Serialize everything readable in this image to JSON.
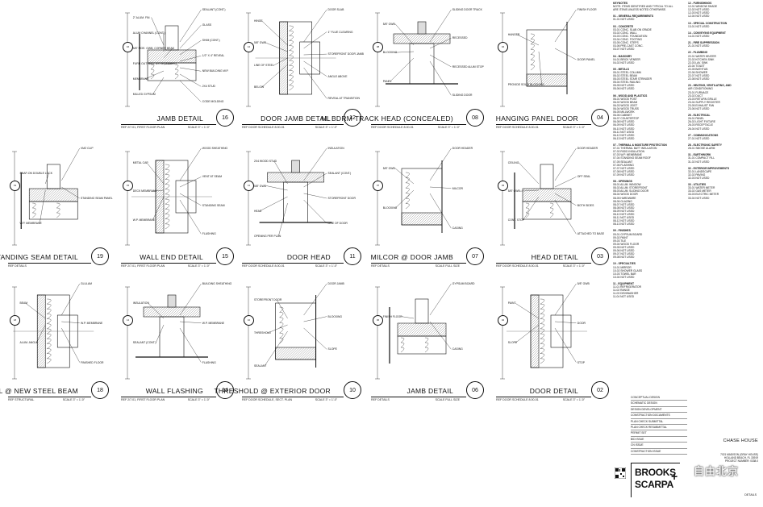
{
  "details": [
    {
      "id": "d16",
      "num": "16",
      "title": "JAMB DETAIL",
      "ref": "REF   2/7.01, FIRST FLOOR PLAN",
      "scale": "SCALE 3\" = 1'-0\"",
      "notes": [
        "SEALANT (CONT.)",
        "2\" ALUM. FIN",
        "GLASS",
        "ALUM CHANNEL (CONT.)",
        "SHIM (CONT.)",
        "5/8\" MOE. GWB, CORNER BEAD",
        "1/2\" X 4\" REVEAL",
        "FURR OUT WALL AS NECESSARY",
        "NEW BUILDING W.P.",
        "MEMBRANE",
        "2X4 STUD",
        "MILLED GYPSUM",
        "CODE MOLDING"
      ]
    },
    {
      "id": "d12",
      "num": "12",
      "title": "DOOR JAMB DETAIL",
      "ref": "REF   DOOR SCHEDULE 8.00-01",
      "scale": "SCALE 3\" = 1'-0\"",
      "notes": [
        "DOOR SLAB",
        "HINGE",
        "1\" FLUE CLEARING",
        "5/8\" GWB",
        "STOREFRONT DOOR JAMB",
        "LINE OF STEEL",
        "ANGLE ABOVE",
        "BELOW",
        "REVEAL AT TRANSITION"
      ]
    },
    {
      "id": "d08",
      "num": "08",
      "title": "M. BDRM TRACK HEAD (CONCEALED)",
      "ref": "REF   DOOR SCHEDULE 8.00-01",
      "scale": "SCALE 3\" = 1'-0\"",
      "notes": [
        "SLIDING DOOR TRACK",
        "5/8\" GWB",
        "RECESSED",
        "BLOCKING",
        "RECESSED ALUM STOP",
        "PANEL",
        "SLIDING DOOR"
      ]
    },
    {
      "id": "d04",
      "num": "04",
      "title": "HANGING PANEL DOOR",
      "ref": "REF   DOOR SCHEDULE 8.00-01",
      "scale": "SCALE 3\" = 1'-0\"",
      "notes": [
        "FINISH FLOOR",
        "HANGER",
        "DOOR PANEL",
        "PROVIDE SOLID BLOCKING"
      ]
    },
    {
      "id": "d19",
      "num": "19",
      "title": "TYP. STANDING SEAM DETAIL",
      "ref": "REF   DETAILS",
      "scale": "",
      "notes": [
        "VMZ CLIP",
        "SNAP-ON DOUBLE LOCK",
        "STANDING SEAM PANEL",
        "W.P. MEMBRANE"
      ]
    },
    {
      "id": "d15",
      "num": "15",
      "title": "WALL END DETAIL",
      "ref": "REF   2/7.01, FIRST FLOOR PLAN",
      "scale": "SCALE 3\" = 1'-0\"",
      "notes": [
        "WOOD SHEATHING",
        "METAL CAP",
        "VENT AT SEAM",
        "DECK MEMBRANE",
        "STANDING SEAM",
        "W.P. MEMBRANE",
        "FLASHING"
      ]
    },
    {
      "id": "d11",
      "num": "11",
      "title": "DOOR HEAD",
      "ref": "REF   DOOR SCHEDULE 8.00-01",
      "scale": "SCALE 3\" = 1'-0\"",
      "notes": [
        "INSULATION",
        "2X4 WOOD STUD",
        "SEALANT (CONT.)",
        "5/8\" GWB",
        "STOREFRONT DOOR",
        "HEAD",
        "LINE OF DOOR",
        "OPENING PER PLAN"
      ]
    },
    {
      "id": "d07",
      "num": "07",
      "title": "MILCOR @ DOOR JAMB",
      "ref": "REF   DETAILS",
      "scale": "SCALE   FULL SIZE",
      "notes": [
        "DOOR HEADER",
        "5/8\" GWB",
        "MILCOR",
        "BLOCKING",
        "CASING"
      ]
    },
    {
      "id": "d03",
      "num": "03",
      "title": "HEAD DETAIL",
      "ref": "REF   DOOR SCHEDULE 8.00-01",
      "scale": "SCALE 3\" = 1'-0\"",
      "notes": [
        "DOOR HEADER",
        "CEILING",
        "OFF SEAL",
        "5/8\" GWB",
        "BOTH SIDES",
        "CONT. STOP",
        "ATTACHED TO BASE"
      ]
    },
    {
      "id": "d18",
      "num": "18",
      "title": "DETAIL @ NEW STEEL BEAM",
      "ref": "REF   STRUCTURAL",
      "scale": "SCALE 3\" = 1'-0\"",
      "notes": [
        "GLULAM",
        "BEAM",
        "W.P. MEMBRANE",
        "ALUM. ANGLE",
        "FINISHED FLOOR"
      ]
    },
    {
      "id": "d14",
      "num": "14",
      "title": "WALL FLASHING",
      "ref": "REF   2/7.01, FIRST FLOOR PLAN",
      "scale": "SCALE 3\" = 1'-0\"",
      "notes": [
        "BUILDING SHEATHING",
        "INSULATION",
        "W.P. MEMBRANE",
        "SEALANT (CONT.)",
        "FLASHING"
      ]
    },
    {
      "id": "d10",
      "num": "10",
      "title": "THRESHOLD @ EXTERIOR DOOR",
      "ref": "REF   DOOR SCHEDULE, SECT. PLAN",
      "scale": "SCALE 3\" = 1'-0\"",
      "notes": [
        "DOOR JAMB",
        "STOREFRONT DOOR",
        "BLOCKING",
        "THRESHOLD",
        "SLOPE",
        "SEALANT"
      ]
    },
    {
      "id": "d06",
      "num": "06",
      "title": "JAMB DETAIL",
      "ref": "REF   DETAILS",
      "scale": "SCALE   FULL SIZE",
      "notes": [
        "GYPSUM BOARD",
        "FINISH FLOOR",
        "CASING"
      ]
    },
    {
      "id": "d02",
      "num": "02",
      "title": "DOOR DETAIL",
      "ref": "REF   DOOR SCHEDULE 8.00-01",
      "scale": "SCALE 3\" = 1'-0\"",
      "notes": [
        "5/8\" GWB",
        "PAINT",
        "DOOR",
        "SLOPE",
        "STOP"
      ]
    }
  ],
  "keynotes": {
    "title": "KEYNOTES",
    "col1": [
      "NOTE: ITEMS IDENTIFIED AND TYPICAL TO ALL",
      "ARE ITEMS UNLESS NOTED OTHERWISE.",
      "",
      "01 - GENERAL REQUIREMENTS",
      "01-01  NOT USED",
      "",
      "03 - CONCRETE",
      "03-01  CONC. SLAB ON GRADE",
      "03-02  CONC. WALL",
      "03-03  CONC. FOUNDATION",
      "03-04  CONC. FOOTING",
      "03-05  CONC. STEPS",
      "03-06  PRE-CAST CONC.",
      "03-07  NOT USED",
      "",
      "04 - MASONRY",
      "04-01  BRICK VENEER",
      "04-02  NOT USED",
      "",
      "05 - METALS",
      "05-01  STEEL COLUMN",
      "05-02  STEEL BEAM",
      "05-03  STEEL STAIR STRINGER",
      "05-04  STEEL RAILING",
      "05-05  NOT USED",
      "05-06  NOT USED",
      "",
      "06 - WOOD AND PLASTICS",
      "06-01  WOOD POST",
      "06-02  WOOD BEAM",
      "06-03  WOOD JOIST",
      "06-04  WOOD TRUSS",
      "06-05  MILLWORK",
      "06-06  CABINET",
      "06-07  COUNTERTOP",
      "06-08  NOT USED",
      "06-09  NOT USED",
      "06-10  NOT USED",
      "06-11  NOT USED",
      "06-12  NOT USED",
      "06-13  NOT USED",
      "",
      "07 - THERMAL & MOISTURE PROTECTION",
      "07-01  THERMAL BATT INSULATION",
      "07-02  RIGID INSULATION",
      "07-03  W.P. MEMBRANE",
      "07-04  STANDING SEAM ROOF",
      "07-05  SEALANT",
      "07-06  FLASHING",
      "07-07  NOT USED",
      "07-08  NOT USED",
      "07-09  NOT USED",
      "",
      "08 - OPENINGS",
      "08-01  ALUM. WINDOW",
      "08-02  ALUM. STOREFRONT",
      "08-03  ALUM. SLIDING DOOR",
      "08-04  WOOD DOOR",
      "08-05  HARDWARE",
      "08-06  GLAZING",
      "08-07  NOT USED",
      "08-08  NOT USED",
      "08-09  NOT USED",
      "08-10  NOT USED",
      "08-11  NOT USED",
      "08-12  NOT USED",
      "08-13  NOT USED",
      "",
      "09 - FINISHES",
      "09-01  GYPSUM BOARD",
      "09-02  PAINT",
      "09-03  TILE",
      "09-04  WOOD FLOOR",
      "09-05  NOT USED",
      "09-06  NOT USED",
      "09-07  NOT USED",
      "09-08  NOT USED",
      "",
      "10 - SPECIALTIES",
      "10-01  MIRROR",
      "10-02  SHOWER GLASS",
      "10-03  TOWEL BAR",
      "10-04  NOT USED",
      "",
      "11 - EQUIPMENT",
      "11-01  REFRIGERATOR",
      "11-02  RANGE",
      "11-03  DISHWASHER",
      "11-04  NOT USED"
    ],
    "col2": [
      "12 - FURNISHINGS",
      "12-01  WINDOW SHADE",
      "12-02  NOT USED",
      "12-03  NOT USED",
      "12-04  NOT USED",
      "",
      "13 - SPECIAL CONSTRUCTION",
      "13-01  NOT USED",
      "",
      "14 - CONVEYING EQUIPMENT",
      "14-01  NOT USED",
      "",
      "21 - FIRE SUPPRESSION",
      "21-01  NOT USED",
      "",
      "22 - PLUMBING",
      "22-01  WATER HEATER",
      "22-02  KITCHEN SINK",
      "22-03  LAV. SINK",
      "22-04  TOILET",
      "22-05  BATHTUB",
      "22-06  SHOWER",
      "22-07  NOT USED",
      "22-08  NOT USED",
      "",
      "23 - HEATING, VENTILATING, AND",
      "      AIR CONDITIONING",
      "23-01  FURNACE",
      "23-02  DUCT",
      "23-03  RETURN GRILLE",
      "23-04  SUPPLY REGISTER",
      "23-05  EXHAUST FAN",
      "23-06  NOT USED",
      "",
      "26 - ELECTRICAL",
      "26-01  PANEL",
      "26-02  LIGHT FIXTURE",
      "26-03  RECEPTACLE",
      "26-04  NOT USED",
      "",
      "27 - COMMUNICATIONS",
      "27-01  NOT USED",
      "",
      "28 - ELECTRONIC SAFETY",
      "28-01  SMOKE ALARM",
      "",
      "31 - EARTHWORK",
      "31-01  COMPACT FILL",
      "31-02  NOT USED",
      "",
      "32 - EXTERIOR IMPROVEMENTS",
      "32-01  LANDSCAPE",
      "32-02  PAVING",
      "32-03  NOT USED",
      "",
      "33 - UTILITIES",
      "33-01  WATER METER",
      "33-02  GAS METER",
      "33-03  ELECTRIC METER",
      "33-04  NOT USED"
    ]
  },
  "titleblock": {
    "revisions": [
      "CONCEPTUAL DESIGN",
      "SCHEMATIC DESIGN",
      "DESIGN DEVELOPMENT",
      "CONSTRUCTION DOCUMENTS",
      "PLAN CHECK SUBMITTAL",
      "PLAN CHECK RESUBMITTAL",
      "PERMIT SET",
      "BID ISSUE",
      "CN ISSUE",
      "CONSTRUCTION ISSUE"
    ],
    "project": "CHASE HOUSE",
    "address": [
      "7021 MADISON (GRAY HOUSE)",
      "HOLLAND BEACH, FL 33919",
      "PROJECT NUMBER: 0338.0"
    ],
    "logo_line1": "BROOKS",
    "logo_line2": "SCARPA",
    "logo_plus": "+",
    "sheet_label": "DETAILS",
    "watermark": "自由北京"
  }
}
